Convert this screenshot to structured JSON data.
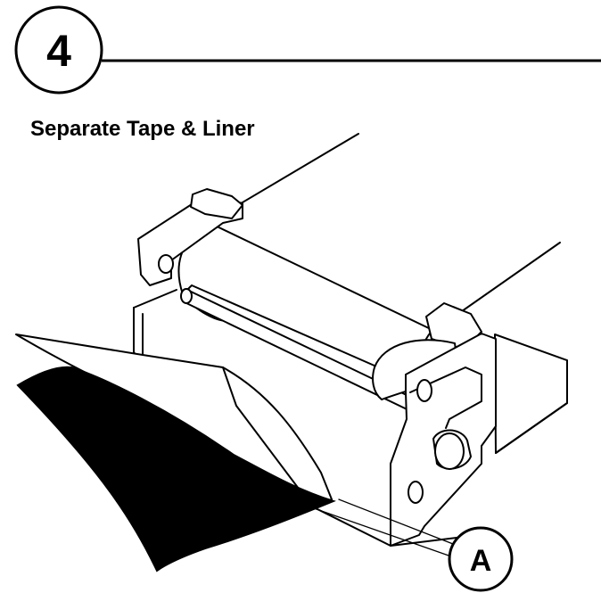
{
  "step": {
    "number": "4",
    "title": "Separate Tape & Liner"
  },
  "callouts": [
    {
      "letter": "A"
    }
  ]
}
